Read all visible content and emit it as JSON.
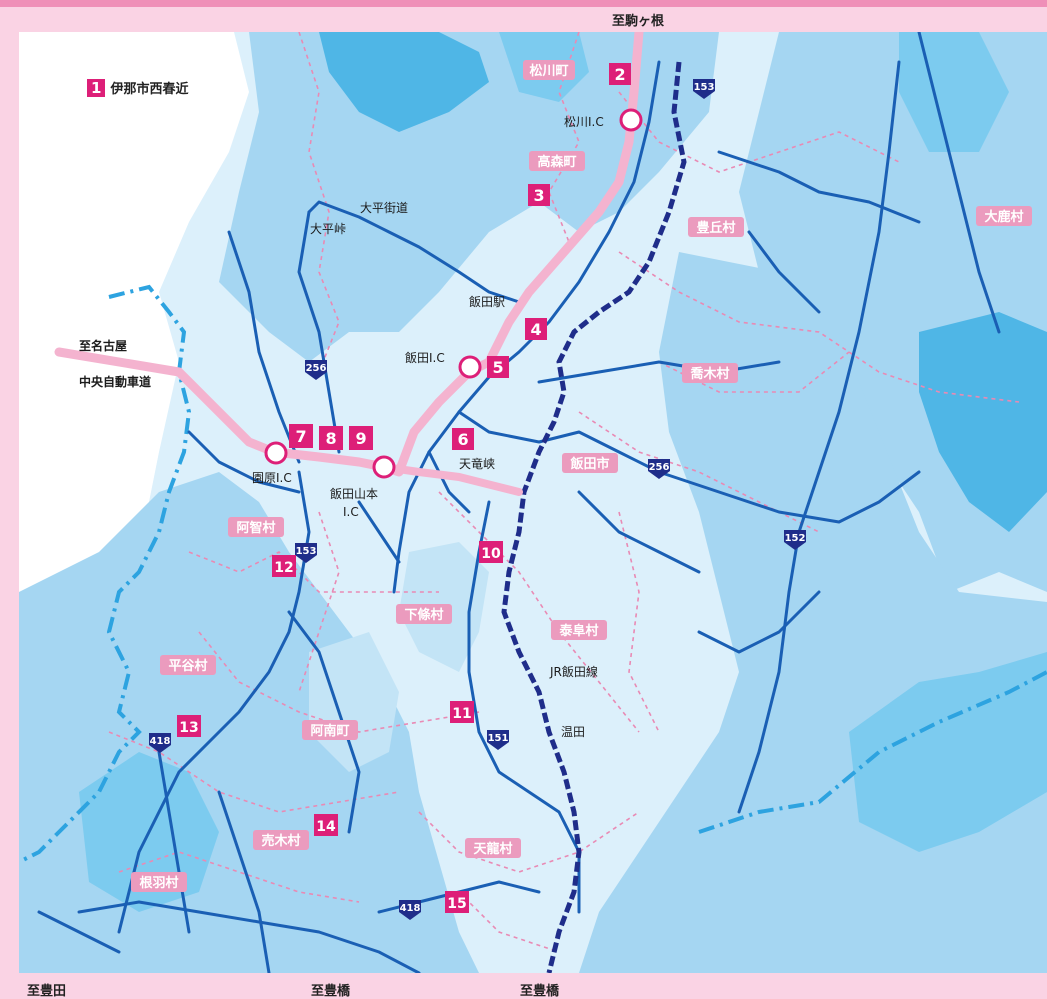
{
  "edge_labels": {
    "komagane": "至駒ヶ根",
    "toyota": "至豊田",
    "toyohashi_1": "至豊橋",
    "toyohashi_2": "至豊橋"
  },
  "legend": {
    "number": "1",
    "text": "伊那市西春近"
  },
  "municipalities": [
    {
      "name": "松川町"
    },
    {
      "name": "高森町"
    },
    {
      "name": "豊丘村"
    },
    {
      "name": "大鹿村"
    },
    {
      "name": "喬木村"
    },
    {
      "name": "飯田市"
    },
    {
      "name": "阿智村"
    },
    {
      "name": "下條村"
    },
    {
      "name": "泰阜村"
    },
    {
      "name": "平谷村"
    },
    {
      "name": "阿南町"
    },
    {
      "name": "売木村"
    },
    {
      "name": "天龍村"
    },
    {
      "name": "根羽村"
    }
  ],
  "places": {
    "matsukawa_ic": "松川I.C",
    "iida_ic": "飯田I.C",
    "sonohara_ic": "園原I.C",
    "iida_yamamoto_ic_1": "飯田山本",
    "iida_yamamoto_ic_2": "I.C",
    "iida_station": "飯田駅",
    "tenryukyo": "天竜峡",
    "ohira_kaido": "大平街道",
    "ohira_toge": "大平峠",
    "nuketa": "温田",
    "jr_line": "JR飯田線",
    "to_nagoya": "至名古屋",
    "expressway": "中央自動車道"
  },
  "routes": [
    "153",
    "256",
    "256",
    "153",
    "152",
    "151",
    "418",
    "418"
  ],
  "markers": [
    "2",
    "3",
    "4",
    "5",
    "6",
    "7",
    "8",
    "9",
    "10",
    "11",
    "12",
    "13",
    "14",
    "15"
  ],
  "colors": {
    "frame_pink": "#fad3e4",
    "frame_top": "#ef8fb8",
    "marker": "#dd1f78",
    "expressway": "#f4b3cf",
    "road": "#1a5fb4",
    "rail": "#1f2d8a",
    "terrain_light": "#dcf0fb",
    "terrain_mid": "#a5d6f2",
    "terrain_dark": "#4fb6e6",
    "label_box": "#eb9bbe"
  }
}
